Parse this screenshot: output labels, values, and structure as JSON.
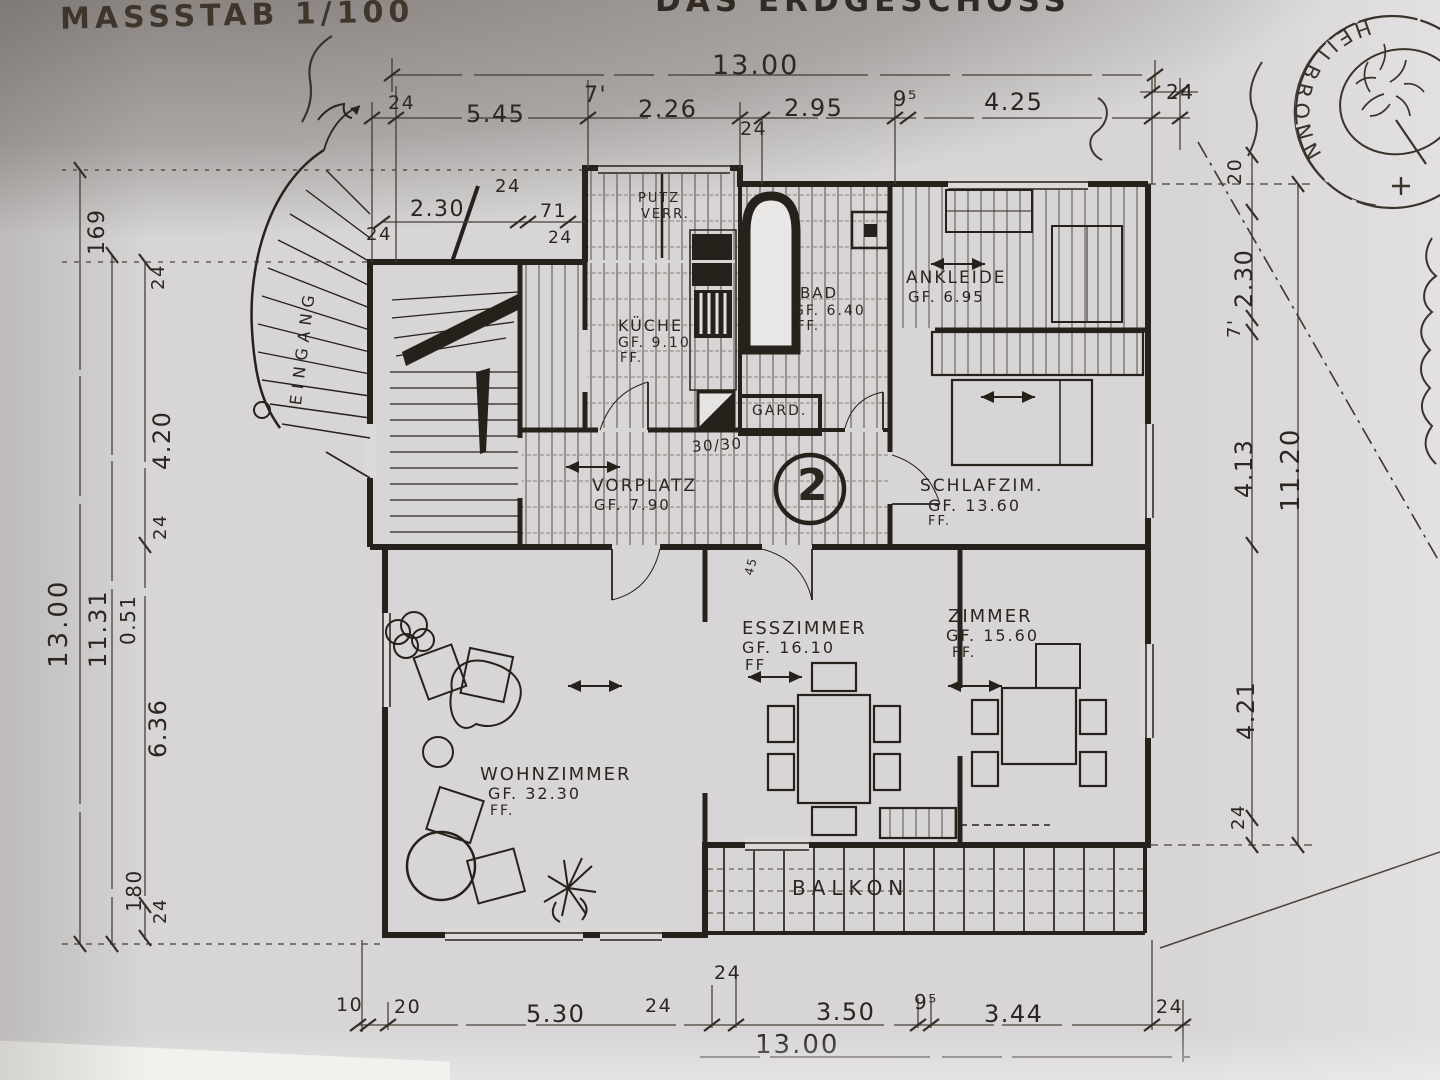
{
  "header": {
    "scale": "MASSSTAB 1/100",
    "title": "DAS ERDGESCHOSS"
  },
  "stamp": {
    "city": "HEILBRONN"
  },
  "unit": {
    "number": "2"
  },
  "rooms": {
    "putz": {
      "l1": "PUTZ",
      "l2": "VERR."
    },
    "kueche": {
      "name": "KÜCHE",
      "gf": "GF. 9.10",
      "ff": "FF."
    },
    "bad": {
      "name": "BAD",
      "gf": "GF. 6.40",
      "ff": "FF."
    },
    "ankleide": {
      "name": "ANKLEIDE",
      "gf": "GF. 6.95"
    },
    "gard": {
      "name": "GARD.",
      "size": "30/30"
    },
    "vorplatz": {
      "name": "VORPLATZ",
      "gf": "GF. 7.90"
    },
    "schlafzimmer": {
      "name": "SCHLAFZIM.",
      "gf": "GF. 13.60",
      "ff": "FF."
    },
    "esszimmer": {
      "name": "ESSZIMMER",
      "gf": "GF. 16.10",
      "ff": "FF"
    },
    "zimmer": {
      "name": "ZIMMER",
      "gf": "GF. 15.60",
      "ff": "FF."
    },
    "wohnzimmer": {
      "name": "WOHNZIMMER",
      "gf": "GF. 32.30",
      "ff": "FF."
    },
    "balkon": {
      "name": "BALKON"
    },
    "eingang": {
      "name": "EINGANG"
    }
  },
  "dims": {
    "overall_w": "13.00",
    "d24": "24",
    "d545": "5.45",
    "d7": "7'",
    "d226": "2.26",
    "d295": "2.95",
    "d95": "9⁵",
    "d425": "4.25",
    "d169": "169",
    "d420": "4.20",
    "d1300": "13.00",
    "d1131": "11.31",
    "d051": "0.51",
    "d636": "6.36",
    "d180": "180",
    "d20": "20",
    "d230": "2.30",
    "d413": "4.13",
    "d1120": "11.20",
    "d421": "4.21",
    "d10": "10",
    "d530": "5.30",
    "d350": "3.50",
    "d344": "3.44",
    "d71": "71",
    "d45": "45"
  }
}
